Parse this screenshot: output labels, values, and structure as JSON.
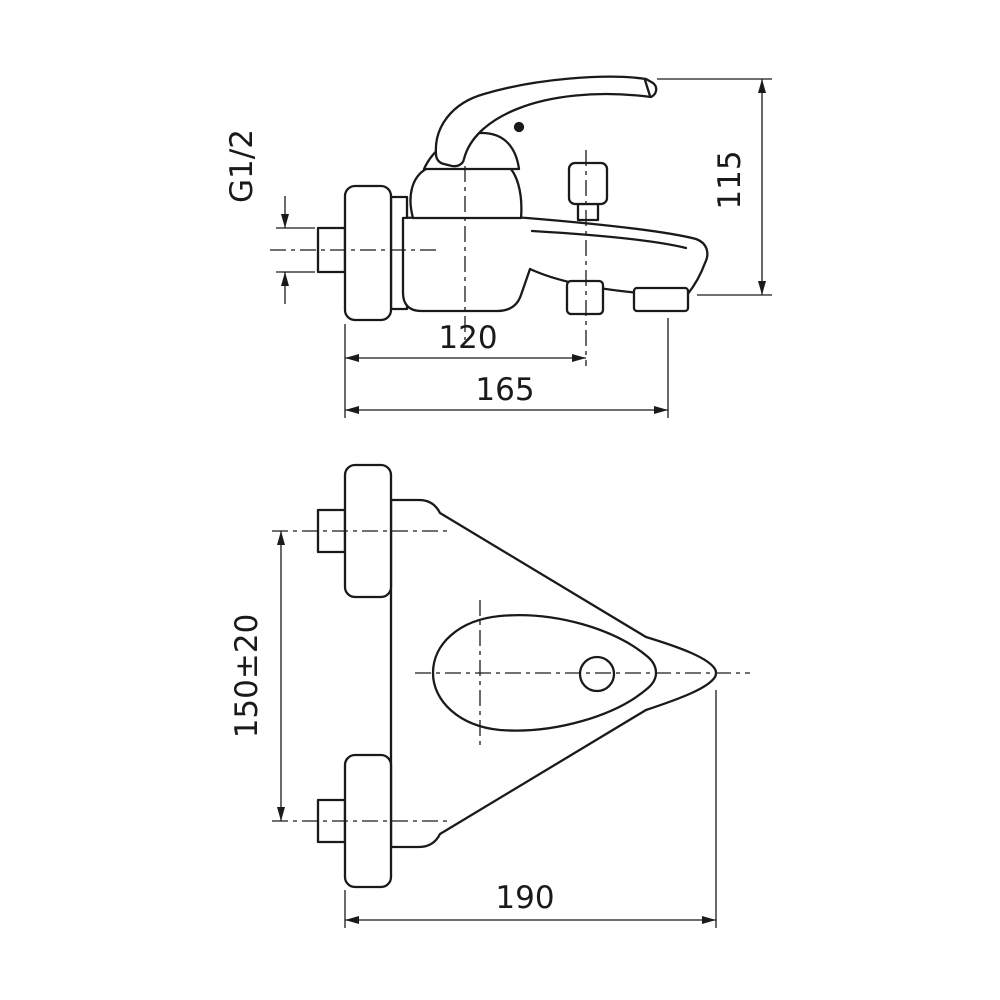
{
  "page": {
    "background": "#ffffff",
    "line_color": "#1a1a1a"
  },
  "drawing": {
    "dimensions": {
      "thread_label": "G1/2",
      "overall_height": "115",
      "spout_center_reach": "120",
      "overall_reach": "165",
      "mounting_distance": "150±20",
      "overall_width": "190"
    }
  }
}
